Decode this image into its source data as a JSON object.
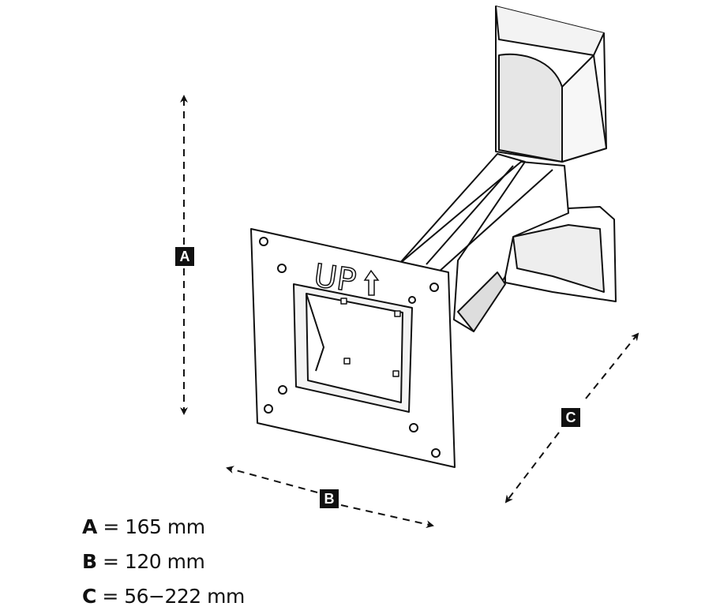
{
  "diagram": {
    "plate_marking": "UP",
    "dimension_labels": {
      "a": "A",
      "b": "B",
      "c": "C"
    },
    "legend": [
      {
        "key": "A",
        "eq": "=",
        "value": "165 mm"
      },
      {
        "key": "B",
        "eq": "=",
        "value": "120 mm"
      },
      {
        "key": "C",
        "eq": "=",
        "value": "56−222 mm"
      }
    ]
  }
}
